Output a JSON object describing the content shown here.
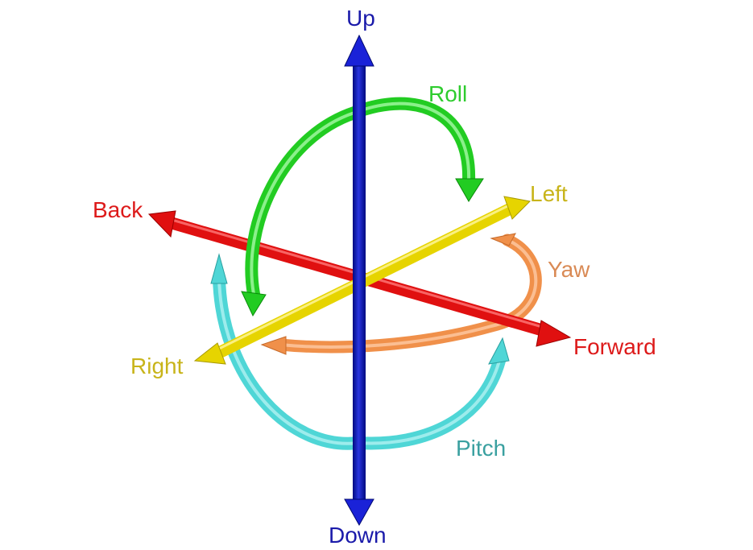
{
  "labels": {
    "up": "Up",
    "down": "Down",
    "back": "Back",
    "forward": "Forward",
    "left": "Left",
    "right": "Right",
    "roll": "Roll",
    "yaw": "Yaw",
    "pitch": "Pitch"
  },
  "colors": {
    "up_down_axis": "#0a10b8",
    "back_forward_axis": "#e01010",
    "left_right_axis": "#e6d400",
    "roll": "#22cc22",
    "yaw": "#f0904a",
    "pitch": "#4fd6d6",
    "up_down_text": "#1a1aaa",
    "back_forward_text": "#dd1a1a",
    "left_right_text": "#c8b41a",
    "roll_text": "#2ecc2e",
    "yaw_text": "#d98a55",
    "pitch_text": "#3aa0a0"
  }
}
